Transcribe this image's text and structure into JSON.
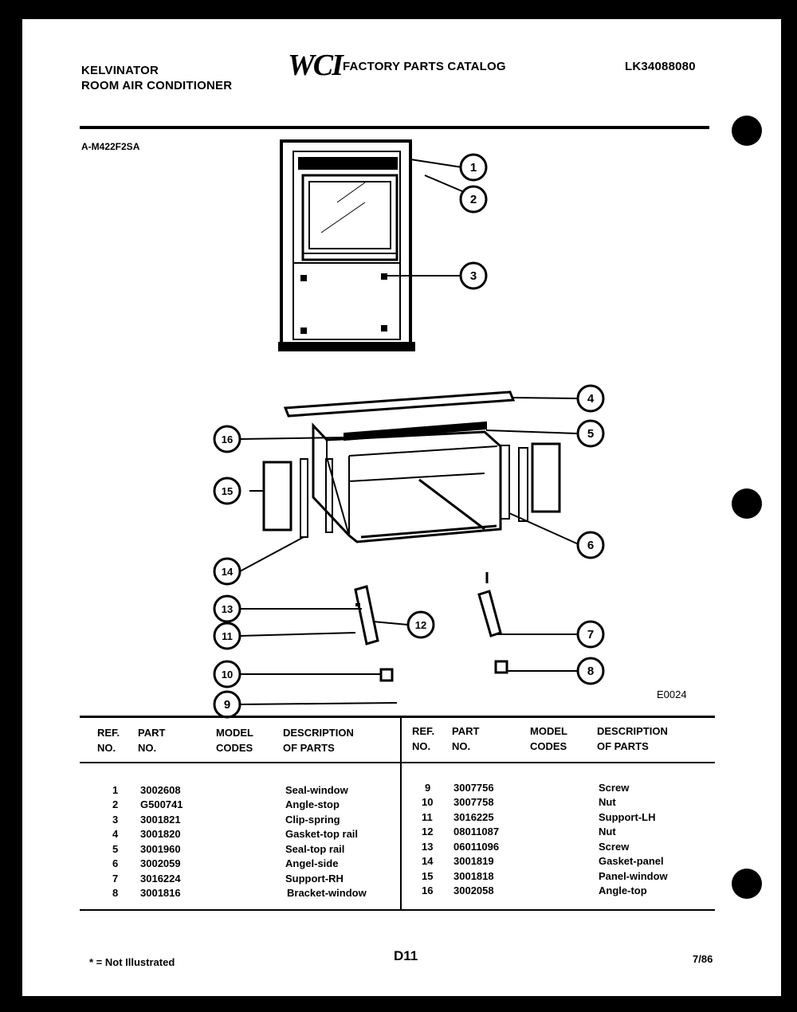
{
  "header": {
    "brand": "KELVINATOR",
    "product": "ROOM AIR CONDITIONER",
    "logo": "WCI",
    "catalog_title": "FACTORY PARTS CATALOG",
    "catalog_no": "LK34088080",
    "model": "A-M422F2SA"
  },
  "diagram": {
    "drawing_code": "E0024",
    "callouts": [
      "1",
      "2",
      "3",
      "4",
      "5",
      "6",
      "7",
      "8",
      "9",
      "10",
      "11",
      "12",
      "13",
      "14",
      "15",
      "16"
    ]
  },
  "table": {
    "headers": {
      "ref": [
        "REF.",
        "NO."
      ],
      "part": [
        "PART",
        "NO."
      ],
      "model": [
        "MODEL",
        "CODES"
      ],
      "desc": [
        "DESCRIPTION",
        "OF PARTS"
      ]
    },
    "left_rows": [
      {
        "ref": "1",
        "part": "3002608",
        "model": "",
        "desc": "Seal-window"
      },
      {
        "ref": "2",
        "part": "G500741",
        "model": "",
        "desc": "Angle-stop"
      },
      {
        "ref": "3",
        "part": "3001821",
        "model": "",
        "desc": "Clip-spring"
      },
      {
        "ref": "4",
        "part": "3001820",
        "model": "",
        "desc": "Gasket-top rail"
      },
      {
        "ref": "5",
        "part": "3001960",
        "model": "",
        "desc": "Seal-top rail"
      },
      {
        "ref": "6",
        "part": "3002059",
        "model": "",
        "desc": "Angel-side"
      },
      {
        "ref": "7",
        "part": "3016224",
        "model": "",
        "desc": "Support-RH"
      },
      {
        "ref": "8",
        "part": "3001816",
        "model": "",
        "desc": "Bracket-window"
      }
    ],
    "right_rows": [
      {
        "ref": "9",
        "part": "3007756",
        "model": "",
        "desc": "Screw"
      },
      {
        "ref": "10",
        "part": "3007758",
        "model": "",
        "desc": "Nut"
      },
      {
        "ref": "11",
        "part": "3016225",
        "model": "",
        "desc": "Support-LH"
      },
      {
        "ref": "12",
        "part": "08011087",
        "model": "",
        "desc": "Nut"
      },
      {
        "ref": "13",
        "part": "06011096",
        "model": "",
        "desc": "Screw"
      },
      {
        "ref": "14",
        "part": "3001819",
        "model": "",
        "desc": "Gasket-panel"
      },
      {
        "ref": "15",
        "part": "3001818",
        "model": "",
        "desc": "Panel-window"
      },
      {
        "ref": "16",
        "part": "3002058",
        "model": "",
        "desc": "Angle-top"
      }
    ]
  },
  "footer": {
    "note": "* = Not Illustrated",
    "page": "D11",
    "date": "7/86"
  }
}
